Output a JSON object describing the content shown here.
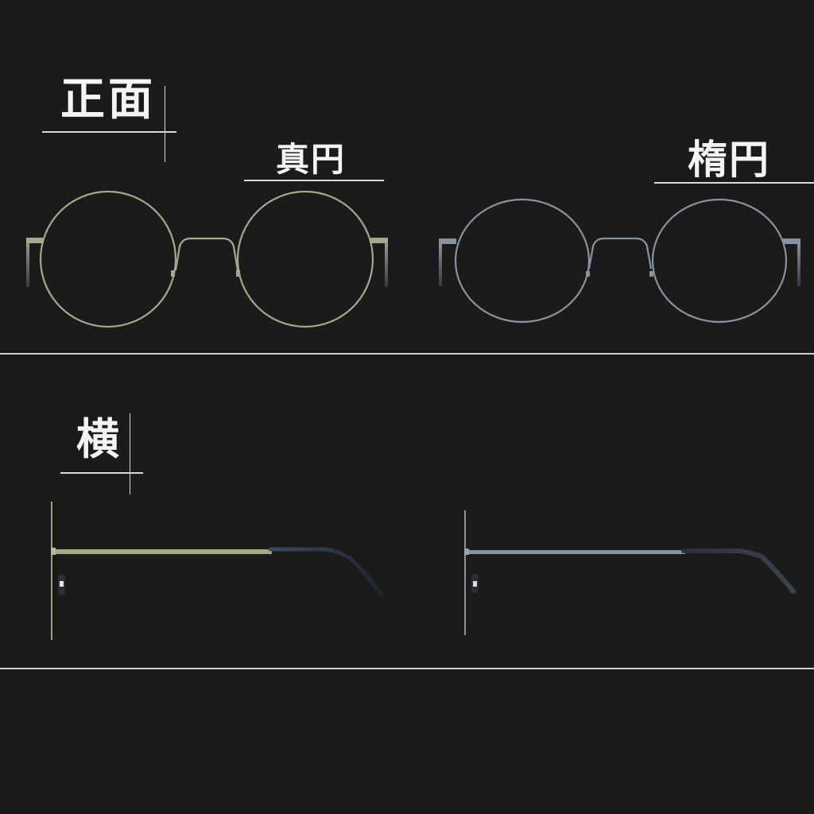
{
  "sections": {
    "front": {
      "title": "正面"
    },
    "side": {
      "title": "横"
    }
  },
  "variants": [
    {
      "label": "真円",
      "shape": "round",
      "color": "#a9a68a"
    },
    {
      "label": "楕円",
      "shape": "oval",
      "color": "#8793a0"
    }
  ],
  "colors": {
    "background": "#1b1b1b",
    "text": "#f4f4f4",
    "rule": "#d8d8d8",
    "gold_frame": "#a9a68a",
    "silver_frame": "#8793a0",
    "temple_tip": "#2a3340"
  }
}
